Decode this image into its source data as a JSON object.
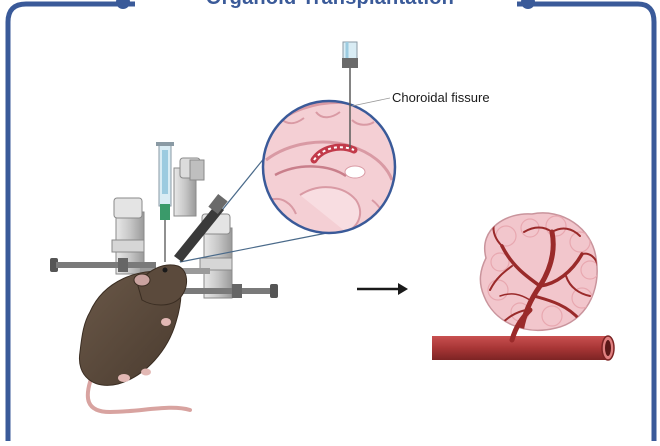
{
  "title": "Organoid Transplantation",
  "annotation": "Choroidal fissure",
  "icons": [
    "frame-border",
    "stereotaxic-frame-icon",
    "syringe-icon",
    "mouse-icon",
    "brain-section-icon",
    "injection-needle-icon",
    "arrow-right-icon",
    "vascularized-organoid-icon",
    "blood-vessel-icon"
  ],
  "colors": {
    "frame": "#3a5a99",
    "title": "#3a5a99",
    "mouse": "#5b4a3c",
    "brain": "#f4cfd4",
    "vessel": "#a93a3a",
    "organoid": "#f2c6cc"
  }
}
